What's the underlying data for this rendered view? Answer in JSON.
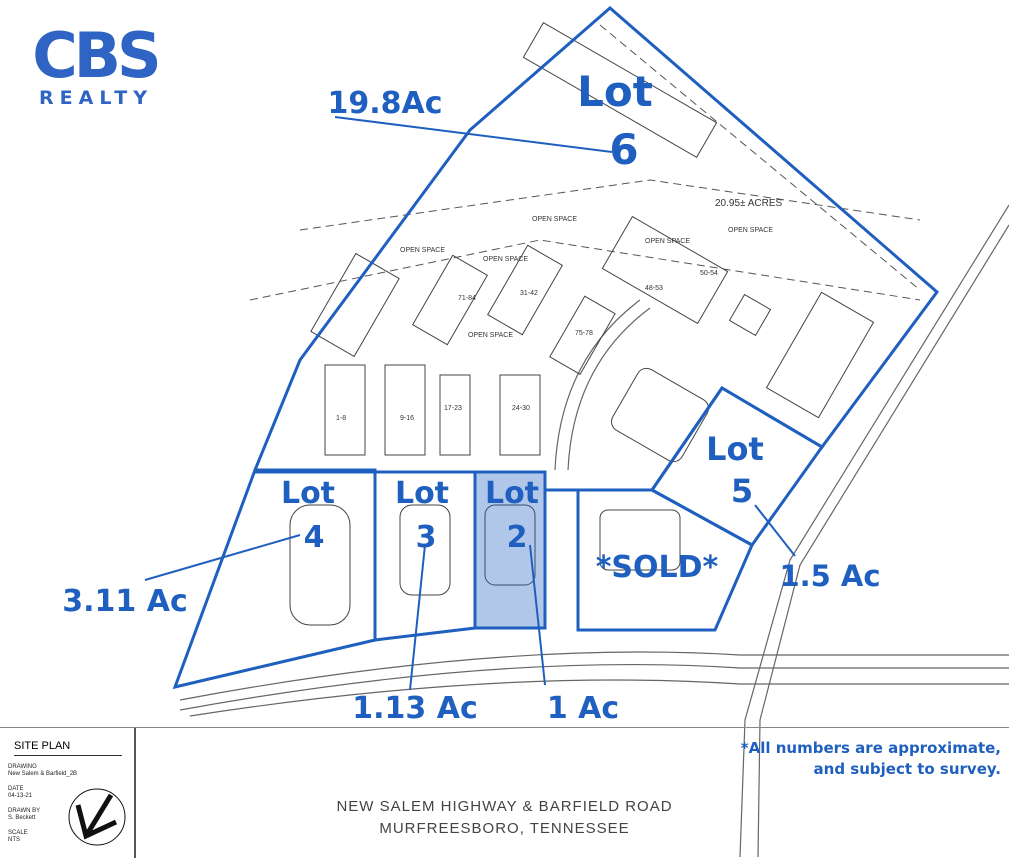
{
  "logo": {
    "brand": "CBS",
    "sub": "REALTY",
    "color": "#2f64c4"
  },
  "boundary_color": "#1f5fbf",
  "lots": {
    "lot6": {
      "label_line1": "Lot",
      "label_line2": "6",
      "area": "19.8Ac"
    },
    "lot5": {
      "label_line1": "Lot",
      "label_line2": "5",
      "area": "1.5 Ac"
    },
    "lot4": {
      "label_line1": "Lot",
      "label_line2": "4",
      "area": "3.11 Ac"
    },
    "lot3": {
      "label_line1": "Lot",
      "label_line2": "3",
      "area": "1.13 Ac"
    },
    "lot2": {
      "label_line1": "Lot",
      "label_line2": "2",
      "area": "1 Ac"
    },
    "sold": {
      "label": "*SOLD*"
    }
  },
  "plan_labels": {
    "acres": "20.95± ACRES",
    "open_space": "OPEN SPACE",
    "units": [
      "1-8",
      "9-16",
      "17-23",
      "24-30",
      "31-42",
      "71-84",
      "75-78",
      "48-53",
      "50-54"
    ]
  },
  "disclaimer": {
    "line1": "*All numbers are approximate,",
    "line2": "and subject to survey."
  },
  "title_block": {
    "heading": "SITE PLAN",
    "drawing_label": "DRAWING",
    "drawing_value": "New Salem & Barfield_2B",
    "date_label": "DATE",
    "date_value": "04-13-21",
    "drawn_label": "DRAWN BY",
    "drawn_value": "S. Beckett",
    "scale_label": "SCALE",
    "scale_value": "NTS",
    "project_line1": "NEW SALEM HIGHWAY & BARFIELD ROAD",
    "project_line2": "MURFREESBORO, TENNESSEE"
  }
}
